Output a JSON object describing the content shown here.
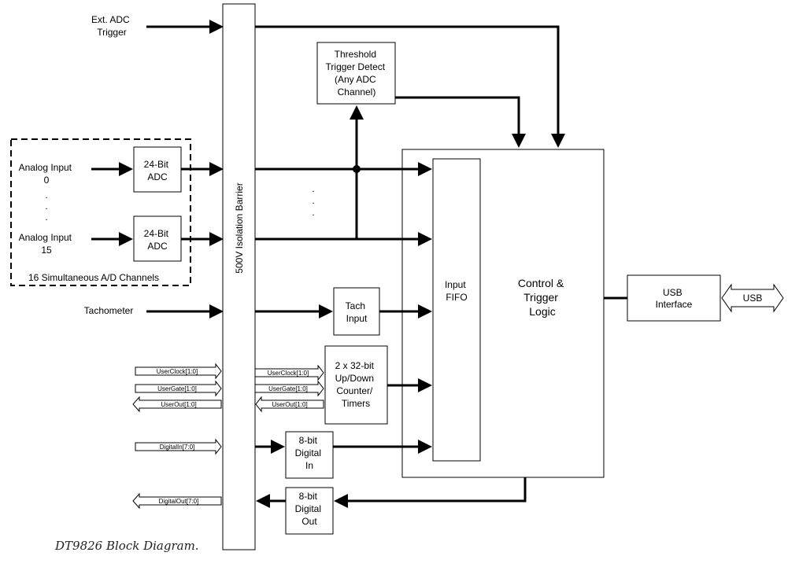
{
  "caption": "DT9826 Block Diagram.",
  "inputs": {
    "ext_adc_trigger": [
      "Ext. ADC",
      "Trigger"
    ],
    "analog_input_0": [
      "Analog Input",
      "0"
    ],
    "analog_input_15": [
      "Analog Input",
      "15"
    ],
    "ellipsis": ".",
    "channels_group": "16 Simultaneous A/D Channels",
    "tachometer": "Tachometer"
  },
  "blocks": {
    "adc": [
      "24-Bit",
      "ADC"
    ],
    "isolation_barrier": "500V Isolation Barrier",
    "threshold": [
      "Threshold",
      "Trigger Detect",
      "(Any ADC",
      "Channel)"
    ],
    "tach_input": [
      "Tach",
      "Input"
    ],
    "counter_timers": [
      "2 x 32-bit",
      "Up/Down",
      "Counter/",
      "Timers"
    ],
    "digital_in": [
      "8-bit",
      "Digital",
      "In"
    ],
    "digital_out": [
      "8-bit",
      "Digital",
      "Out"
    ],
    "input_fifo": [
      "Input",
      "FIFO"
    ],
    "control_logic": [
      "Control &",
      "Trigger",
      "Logic"
    ],
    "usb_interface": [
      "USB",
      "Interface"
    ],
    "usb": "USB"
  },
  "signals": {
    "user_clock": "UserClock[1:0]",
    "user_gate": "UserGate[1:0]",
    "user_out": "UserOut[1:0]",
    "digital_in": "DigitalIn[7:0]",
    "digital_out": "DigitalOut[7:0]"
  }
}
